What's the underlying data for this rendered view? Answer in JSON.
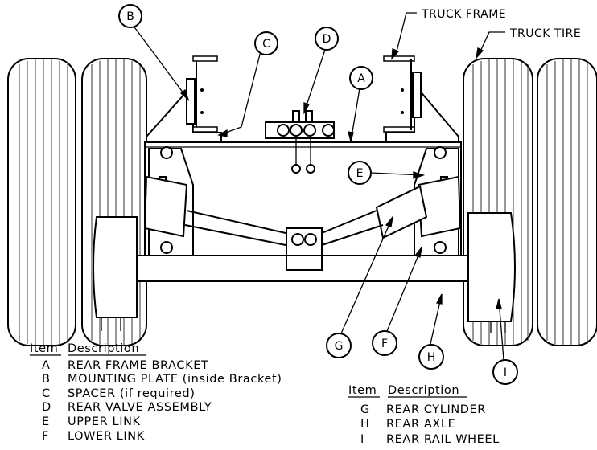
{
  "labels": {
    "truck_frame": "TRUCK FRAME",
    "truck_tire": "TRUCK TIRE"
  },
  "callouts": [
    "A",
    "B",
    "C",
    "D",
    "E",
    "F",
    "G",
    "H",
    "I"
  ],
  "legend_left": {
    "col_item": "Item",
    "col_desc": "Description",
    "rows": [
      {
        "item": "A",
        "desc": "REAR FRAME BRACKET"
      },
      {
        "item": "B",
        "desc": "MOUNTING PLATE (inside Bracket)"
      },
      {
        "item": "C",
        "desc": "SPACER (if required)"
      },
      {
        "item": "D",
        "desc": "REAR VALVE ASSEMBLY"
      },
      {
        "item": "E",
        "desc": "UPPER LINK"
      },
      {
        "item": "F",
        "desc": "LOWER LINK"
      }
    ]
  },
  "legend_right": {
    "col_item": "Item",
    "col_desc": "Description",
    "rows": [
      {
        "item": "G",
        "desc": "REAR CYLINDER"
      },
      {
        "item": "H",
        "desc": "REAR AXLE"
      },
      {
        "item": "I",
        "desc": "REAR RAIL WHEEL"
      }
    ]
  }
}
